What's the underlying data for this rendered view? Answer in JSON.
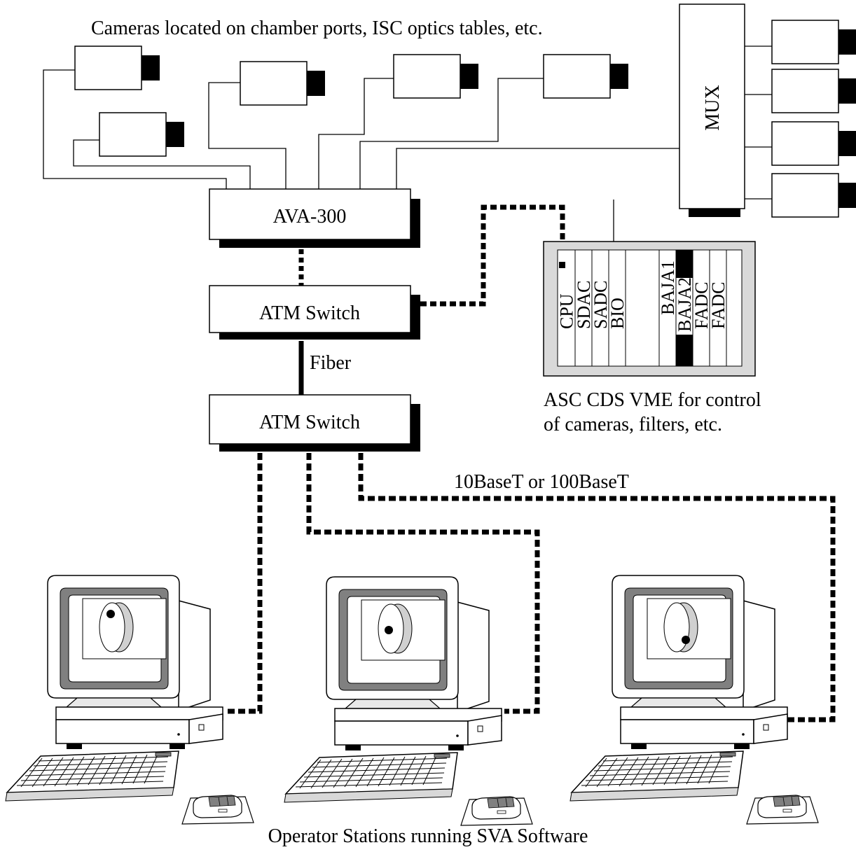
{
  "captions": {
    "cameras": "Cameras located on chamber ports, ISC optics tables, etc.",
    "fiber": "Fiber",
    "ethernet": "10BaseT or 100BaseT",
    "vme_line1": "ASC CDS VME for control",
    "vme_line2": "of cameras, filters, etc.",
    "stations": "Operator Stations running SVA Software"
  },
  "boxes": {
    "ava": "AVA-300",
    "atm_top": "ATM Switch",
    "atm_bottom": "ATM Switch",
    "mux": "MUX"
  },
  "vme_cards": [
    "CPU",
    "SDAC",
    "SADC",
    "BIO",
    "",
    "BAJA1",
    "BAJA2",
    "FADC",
    "FADC"
  ]
}
